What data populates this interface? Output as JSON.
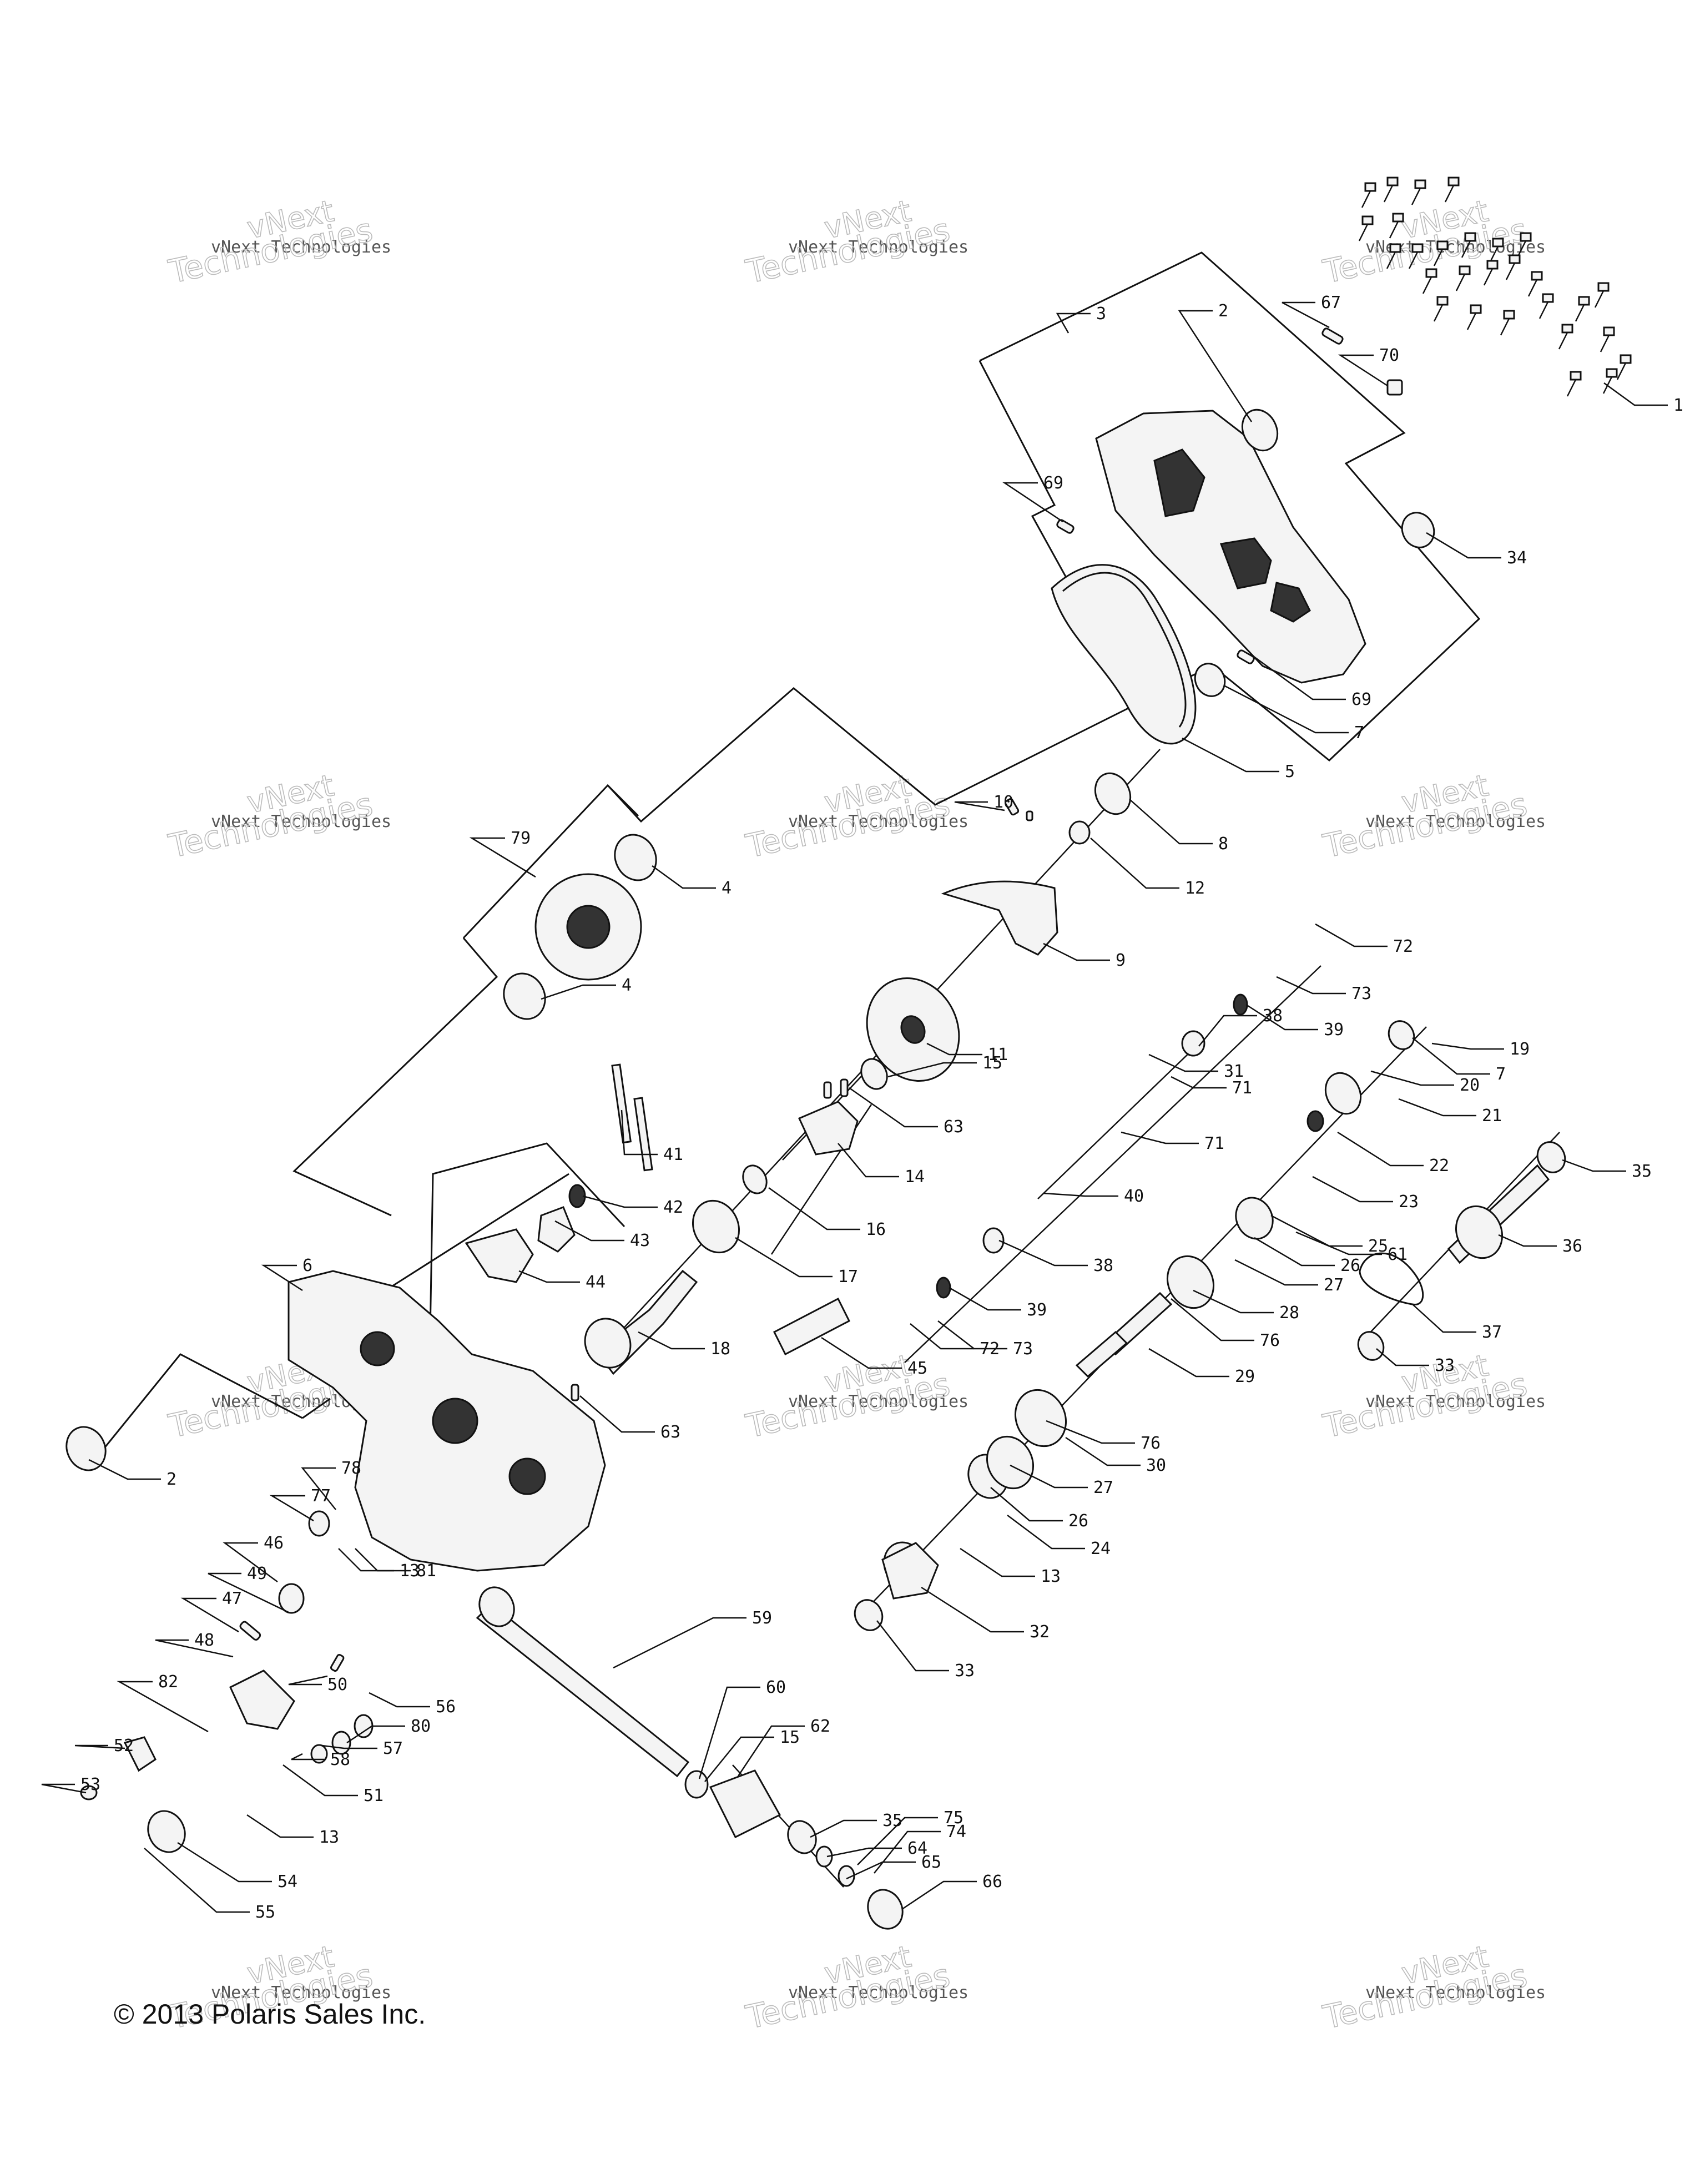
{
  "watermark": {
    "line0": "vNext",
    "line1": "vNext Technologies",
    "line2": "Technologies"
  },
  "copyright": "© 2013 Polaris Sales Inc.",
  "callouts": [
    "1",
    "2",
    "3",
    "4",
    "4",
    "5",
    "6",
    "7",
    "7",
    "8",
    "9",
    "10",
    "11",
    "12",
    "13",
    "13",
    "13",
    "14",
    "15",
    "15",
    "16",
    "17",
    "18",
    "19",
    "20",
    "21",
    "22",
    "23",
    "24",
    "25",
    "26",
    "26",
    "27",
    "27",
    "28",
    "29",
    "30",
    "31",
    "32",
    "33",
    "33",
    "34",
    "35",
    "35",
    "36",
    "37",
    "38",
    "38",
    "39",
    "39",
    "40",
    "41",
    "42",
    "43",
    "44",
    "45",
    "46",
    "47",
    "48",
    "49",
    "50",
    "51",
    "52",
    "53",
    "54",
    "55",
    "56",
    "57",
    "58",
    "59",
    "60",
    "61",
    "62",
    "63",
    "63",
    "64",
    "65",
    "66",
    "67",
    "69",
    "69",
    "70",
    "71",
    "71",
    "72",
    "72",
    "73",
    "73",
    "74",
    "75",
    "76",
    "76",
    "77",
    "78",
    "79",
    "80",
    "81",
    "82",
    "2"
  ],
  "icons": [
    "transmission-housing-cover",
    "transmission-housing-main",
    "drive-chain",
    "gear",
    "bearing",
    "seal",
    "shaft",
    "bolt",
    "spring",
    "shift-fork",
    "shift-drum"
  ]
}
